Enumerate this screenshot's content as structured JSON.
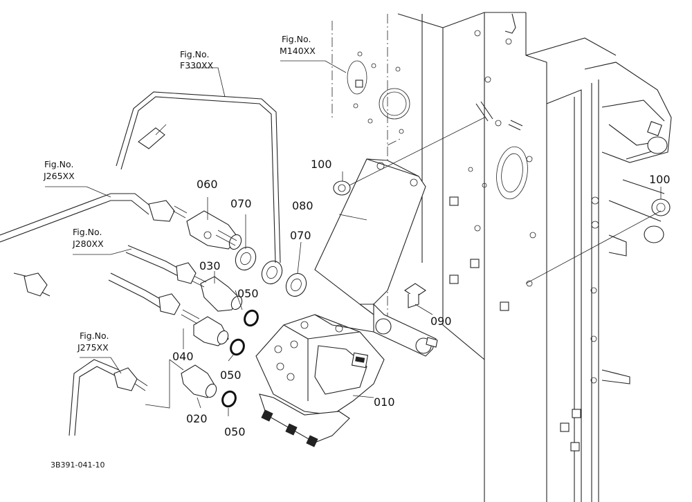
{
  "diagram": {
    "drawing_code": "3B391-041-10",
    "part_labels": {
      "p010": "010",
      "p020": "020",
      "p030": "030",
      "p040": "040",
      "p050a": "050",
      "p050b": "050",
      "p050c": "050",
      "p060": "060",
      "p070a": "070",
      "p070b": "070",
      "p080": "080",
      "p090": "090",
      "p100a": "100",
      "p100b": "100"
    },
    "figure_refs": {
      "f330": {
        "label": "Fig.No.",
        "code": "F330XX"
      },
      "m140": {
        "label": "Fig.No.",
        "code": "M140XX"
      },
      "j265": {
        "label": "Fig.No.",
        "code": "J265XX"
      },
      "j280": {
        "label": "Fig.No.",
        "code": "J280XX"
      },
      "j275": {
        "label": "Fig.No.",
        "code": "J275XX"
      }
    }
  }
}
